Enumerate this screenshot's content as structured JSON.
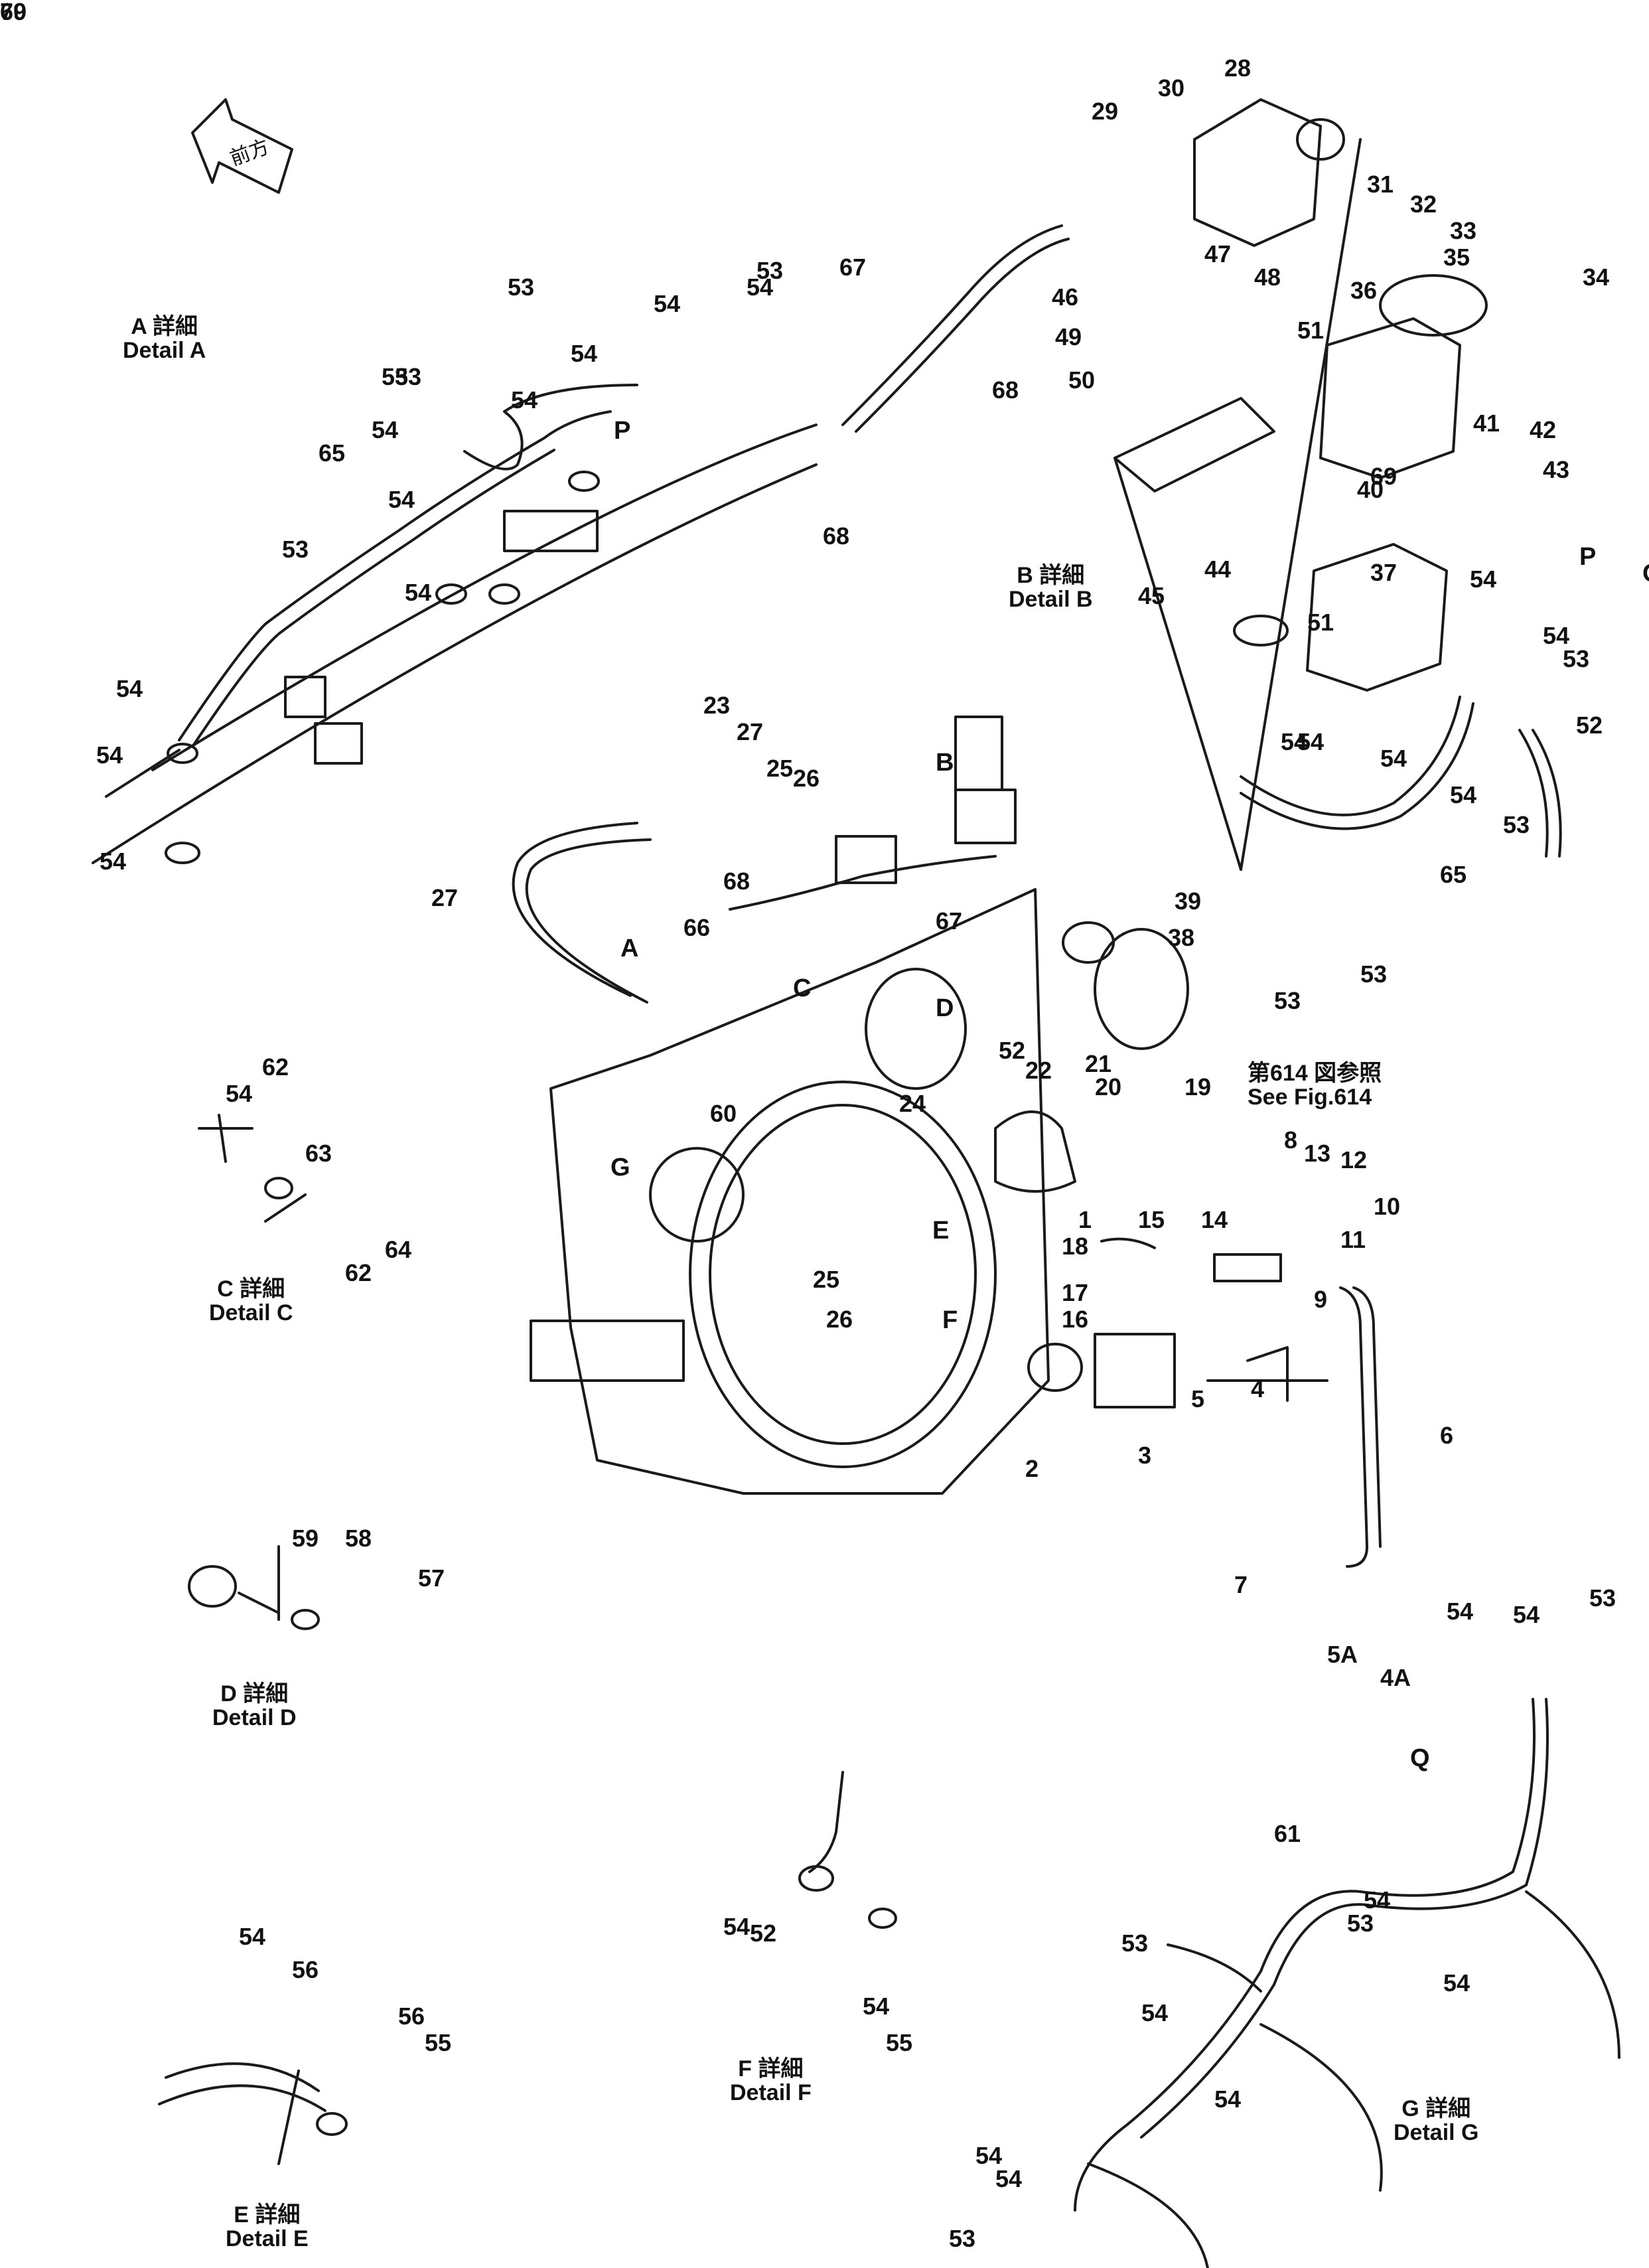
{
  "direction_arrow": {
    "text": "前方"
  },
  "details": {
    "A": {
      "jp": "A 詳細",
      "en": "Detail  A"
    },
    "B": {
      "jp": "B 詳細",
      "en": "Detail  B"
    },
    "C": {
      "jp": "C 詳細",
      "en": "Detail  C"
    },
    "D": {
      "jp": "D 詳細",
      "en": "Detail  D"
    },
    "E": {
      "jp": "E 詳細",
      "en": "Detail  E"
    },
    "F": {
      "jp": "F 詳細",
      "en": "Detail  F"
    },
    "G": {
      "jp": "G 詳細",
      "en": "Detail  G"
    }
  },
  "reference": {
    "jp": "第614 図参照",
    "en": "See  Fig.614"
  },
  "letters": [
    "A",
    "B",
    "C",
    "D",
    "E",
    "F",
    "G",
    "P",
    "P",
    "Q",
    "Q"
  ],
  "callouts": [
    "1",
    "2",
    "3",
    "4",
    "4A",
    "5",
    "5A",
    "6",
    "7",
    "8",
    "9",
    "10",
    "11",
    "12",
    "13",
    "14",
    "15",
    "16",
    "17",
    "18",
    "19",
    "20",
    "21",
    "22",
    "23",
    "24",
    "25",
    "25",
    "26",
    "26",
    "27",
    "27",
    "28",
    "29",
    "30",
    "31",
    "32",
    "33",
    "34",
    "35",
    "36",
    "37",
    "38",
    "39",
    "40",
    "41",
    "42",
    "43",
    "44",
    "45",
    "46",
    "47",
    "48",
    "49",
    "50",
    "51",
    "51",
    "52",
    "52",
    "52",
    "53",
    "53",
    "53",
    "53",
    "53",
    "53",
    "53",
    "53",
    "53",
    "53",
    "53",
    "53",
    "53",
    "54",
    "54",
    "54",
    "54",
    "54",
    "54",
    "54",
    "54",
    "54",
    "54",
    "54",
    "54",
    "54",
    "54",
    "54",
    "54",
    "54",
    "54",
    "54",
    "54",
    "54",
    "54",
    "54",
    "54",
    "54",
    "54",
    "54",
    "54",
    "55",
    "55",
    "56",
    "56",
    "57",
    "58",
    "59",
    "60",
    "61",
    "62",
    "62",
    "63",
    "64",
    "65",
    "65",
    "66",
    "67",
    "67",
    "68",
    "68",
    "68",
    "69",
    "69",
    "70"
  ]
}
